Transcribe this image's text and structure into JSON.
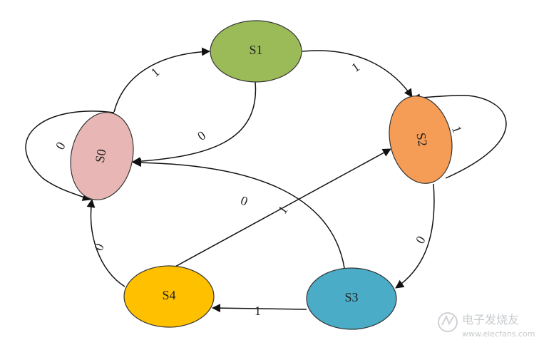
{
  "nodes": [
    {
      "id": "S0",
      "label": "S0",
      "color": "#e8b7b5"
    },
    {
      "id": "S1",
      "label": "S1",
      "color": "#9bbb59"
    },
    {
      "id": "S2",
      "label": "S2",
      "color": "#f59d56"
    },
    {
      "id": "S3",
      "label": "S3",
      "color": "#4aacc6"
    },
    {
      "id": "S4",
      "label": "S4",
      "color": "#ffc000"
    }
  ],
  "edges": [
    {
      "from": "S0",
      "to": "S1",
      "label": "1"
    },
    {
      "from": "S1",
      "to": "S0",
      "label": "0"
    },
    {
      "from": "S0",
      "to": "S0",
      "label": "0"
    },
    {
      "from": "S1",
      "to": "S2",
      "label": "1"
    },
    {
      "from": "S2",
      "to": "S2",
      "label": "1"
    },
    {
      "from": "S2",
      "to": "S3",
      "label": "0"
    },
    {
      "from": "S3",
      "to": "S4",
      "label": "1"
    },
    {
      "from": "S3",
      "to": "S0",
      "label": "0"
    },
    {
      "from": "S4",
      "to": "S0",
      "label": "0"
    },
    {
      "from": "S4",
      "to": "S2",
      "label": "1"
    }
  ],
  "watermark": {
    "text_cn": "电子发烧友",
    "text_url": "www.elecfans.com"
  }
}
